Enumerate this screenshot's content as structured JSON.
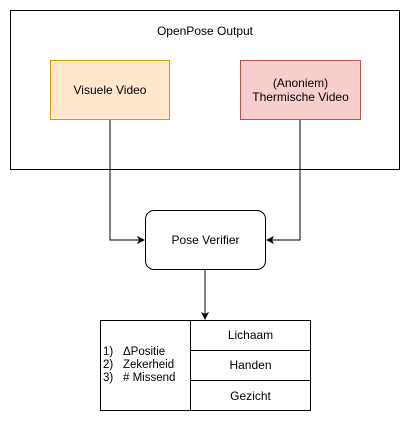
{
  "diagram": {
    "container_title": "OpenPose Output",
    "nodes": {
      "visual_video": "Visuele Video",
      "thermal_video_line1": "(Anoniem)",
      "thermal_video_line2": "Thermische Video",
      "pose_verifier": "Pose Verifier"
    },
    "metrics": [
      {
        "num": "1)",
        "label": "ΔPositie"
      },
      {
        "num": "2)",
        "label": "Zekerheid"
      },
      {
        "num": "3)",
        "label": "# Missend"
      }
    ],
    "body_parts": [
      "Lichaam",
      "Handen",
      "Gezicht"
    ],
    "colors": {
      "visual_fill": "#ffe6cc",
      "visual_stroke": "#d79b00",
      "thermal_fill": "#f8cecc",
      "thermal_stroke": "#b85450"
    }
  }
}
